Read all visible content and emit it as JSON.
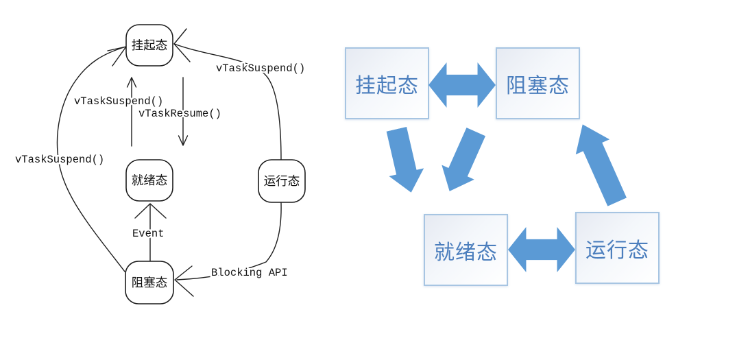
{
  "left_diagram": {
    "nodes": {
      "suspended": "挂起态",
      "ready": "就绪态",
      "running": "运行态",
      "blocked": "阻塞态"
    },
    "edge_labels": {
      "suspend_from_ready": "vTaskSuspend()",
      "resume_to_ready": "vTaskResume()",
      "suspend_from_running": "vTaskSuspend()",
      "suspend_from_blocked": "vTaskSuspend()",
      "event": "Event",
      "blocking_api": "Blocking API"
    }
  },
  "right_diagram": {
    "boxes": {
      "suspended": "挂起态",
      "blocked": "阻塞态",
      "ready": "就绪态",
      "running": "运行态"
    },
    "colors": {
      "arrow": "#5b9ad5",
      "box_border": "#a7c5e2",
      "box_text": "#4b7ebd"
    }
  }
}
